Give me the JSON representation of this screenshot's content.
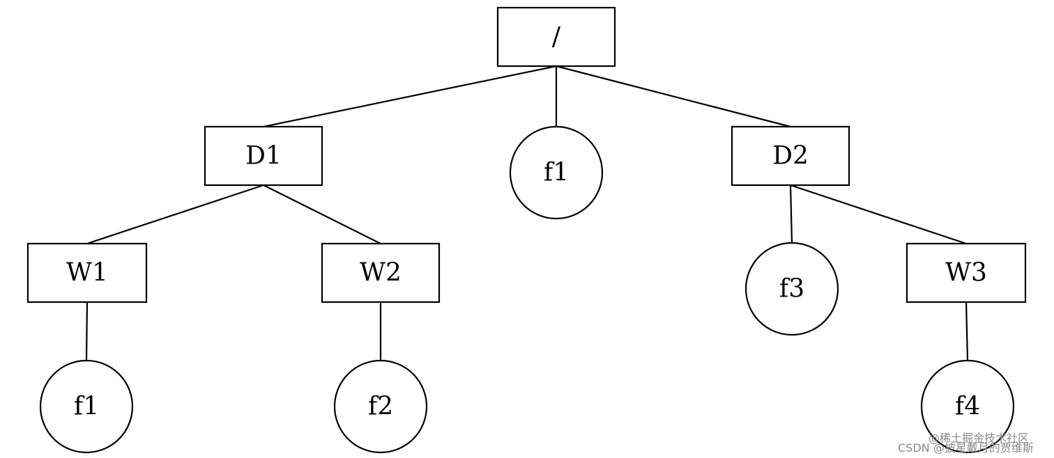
{
  "diagram": {
    "nodes": [
      {
        "id": "root",
        "label": "/",
        "shape": "box"
      },
      {
        "id": "d1",
        "label": "D1",
        "shape": "box"
      },
      {
        "id": "f1a",
        "label": "f1",
        "shape": "circle"
      },
      {
        "id": "d2",
        "label": "D2",
        "shape": "box"
      },
      {
        "id": "w1",
        "label": "W1",
        "shape": "box"
      },
      {
        "id": "w2",
        "label": "W2",
        "shape": "box"
      },
      {
        "id": "f3",
        "label": "f3",
        "shape": "circle"
      },
      {
        "id": "w3",
        "label": "W3",
        "shape": "box"
      },
      {
        "id": "f1b",
        "label": "f1",
        "shape": "circle"
      },
      {
        "id": "f2",
        "label": "f2",
        "shape": "circle"
      },
      {
        "id": "f4",
        "label": "f4",
        "shape": "circle"
      }
    ],
    "edges": [
      [
        "root",
        "d1"
      ],
      [
        "root",
        "f1a"
      ],
      [
        "root",
        "d2"
      ],
      [
        "d1",
        "w1"
      ],
      [
        "d1",
        "w2"
      ],
      [
        "d2",
        "f3"
      ],
      [
        "d2",
        "w3"
      ],
      [
        "w1",
        "f1b"
      ],
      [
        "w2",
        "f2"
      ],
      [
        "w3",
        "f4"
      ]
    ]
  },
  "watermark": {
    "line1": "@稀土掘金技术社区",
    "line2": "CSDN @披星戴月的贾维斯"
  }
}
